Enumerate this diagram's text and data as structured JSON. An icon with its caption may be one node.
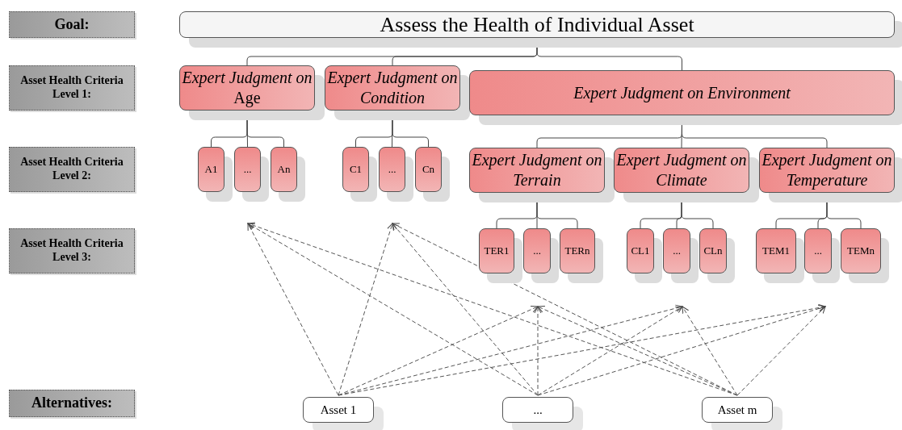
{
  "diagram": {
    "nodes": [
      {
        "text": [
          "Goal:"
        ]
      },
      {
        "text": [
          "Assess the Health of Individual Asset"
        ]
      },
      {
        "text": [
          "Asset Health Criteria Level 1:"
        ]
      },
      {
        "text": [
          "*Expert Judgment* *on* Age"
        ]
      },
      {
        "text": [
          "*Expert Judgment* *on Condition*"
        ]
      },
      {
        "text": [
          "*Expert Judgment* *on Environment*"
        ]
      },
      {
        "text": [
          "Asset Health Criteria Level 2:"
        ]
      },
      {
        "text": [
          "A1"
        ]
      },
      {
        "text": [
          "..."
        ]
      },
      {
        "text": [
          "An"
        ]
      },
      {
        "text": [
          "C1"
        ]
      },
      {
        "text": [
          "..."
        ]
      },
      {
        "text": [
          "Cn"
        ]
      },
      {
        "text": [
          "*Expert Judgment* *on Terrain*"
        ]
      },
      {
        "text": [
          "*Expert Judgment* *on Climate*"
        ]
      },
      {
        "text": [
          "*Expert Judgment* *on Temperature*"
        ]
      },
      {
        "text": [
          "Asset Health Criteria Level 3:"
        ]
      },
      {
        "text": [
          "TER1"
        ]
      },
      {
        "text": [
          "..."
        ]
      },
      {
        "text": [
          "TERn"
        ]
      },
      {
        "text": [
          "CL1"
        ]
      },
      {
        "text": [
          "..."
        ]
      },
      {
        "text": [
          "CLn"
        ]
      },
      {
        "text": [
          "TEM1"
        ]
      },
      {
        "text": [
          "..."
        ]
      },
      {
        "text": [
          "TEMn"
        ]
      },
      {
        "text": [
          "Alternatives:"
        ]
      },
      {
        "text": [
          "Asset 1"
        ]
      },
      {
        "text": [
          "..."
        ]
      },
      {
        "text": [
          "Asset m"
        ]
      }
    ],
    "edges": [
      {
        "from": 1,
        "to": 3,
        "arrow": "none"
      },
      {
        "from": 1,
        "to": 4,
        "arrow": "none"
      },
      {
        "from": 1,
        "to": 5,
        "arrow": "none"
      },
      {
        "from": 3,
        "to": 7,
        "arrow": "none"
      },
      {
        "from": 3,
        "to": 8,
        "arrow": "none"
      },
      {
        "from": 3,
        "to": 9,
        "arrow": "none"
      },
      {
        "from": 4,
        "to": 10,
        "arrow": "none"
      },
      {
        "from": 4,
        "to": 11,
        "arrow": "none"
      },
      {
        "from": 4,
        "to": 12,
        "arrow": "none"
      },
      {
        "from": 5,
        "to": 13,
        "arrow": "none"
      },
      {
        "from": 5,
        "to": 14,
        "arrow": "none"
      },
      {
        "from": 5,
        "to": 15,
        "arrow": "none"
      },
      {
        "from": 13,
        "to": 17,
        "arrow": "none"
      },
      {
        "from": 13,
        "to": 18,
        "arrow": "none"
      },
      {
        "from": 13,
        "to": 19,
        "arrow": "none"
      },
      {
        "from": 14,
        "to": 20,
        "arrow": "none"
      },
      {
        "from": 14,
        "to": 21,
        "arrow": "none"
      },
      {
        "from": 14,
        "to": 22,
        "arrow": "none"
      },
      {
        "from": 15,
        "to": 23,
        "arrow": "none"
      },
      {
        "from": 15,
        "to": 24,
        "arrow": "none"
      },
      {
        "from": 15,
        "to": 25,
        "arrow": "none"
      },
      {
        "from": 27,
        "to": null,
        "arrow": "to",
        "style": "dashed"
      },
      {
        "from": 28,
        "to": null,
        "arrow": "to",
        "style": "dashed"
      },
      {
        "from": 29,
        "to": null,
        "arrow": "to",
        "style": "dashed"
      },
      {
        "from": 27,
        "to": null,
        "arrow": "to",
        "style": "dashed"
      },
      {
        "from": 28,
        "to": null,
        "arrow": "to",
        "style": "dashed"
      },
      {
        "from": 29,
        "to": null,
        "arrow": "to",
        "style": "dashed"
      },
      {
        "from": 27,
        "to": null,
        "arrow": "to",
        "style": "dashed"
      },
      {
        "from": 28,
        "to": null,
        "arrow": "to",
        "style": "dashed"
      },
      {
        "from": 29,
        "to": null,
        "arrow": "to",
        "style": "dashed"
      },
      {
        "from": 27,
        "to": null,
        "arrow": "to",
        "style": "dashed"
      },
      {
        "from": 28,
        "to": null,
        "arrow": "to",
        "style": "dashed"
      },
      {
        "from": 29,
        "to": null,
        "arrow": "to",
        "style": "dashed"
      },
      {
        "from": 27,
        "to": null,
        "arrow": "to",
        "style": "dashed"
      },
      {
        "from": 28,
        "to": null,
        "arrow": "to",
        "style": "dashed"
      },
      {
        "from": 29,
        "to": null,
        "arrow": "to",
        "style": "dashed"
      }
    ]
  }
}
